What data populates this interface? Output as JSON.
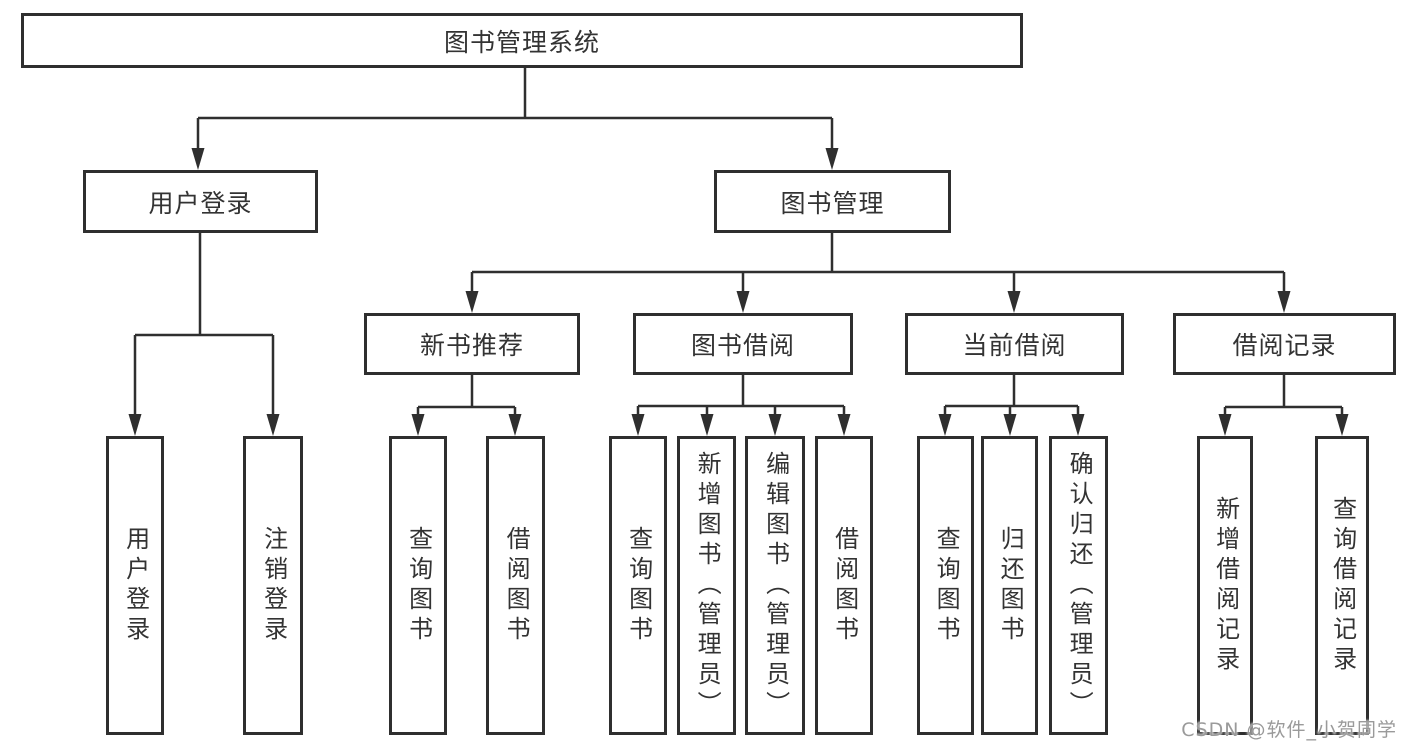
{
  "diagram_title": "图书管理系统",
  "nodes": {
    "root": "图书管理系统",
    "user_login": "用户登录",
    "book_mgmt": "图书管理",
    "new_books": "新书推荐",
    "book_borrow": "图书借阅",
    "current_borrow": "当前借阅",
    "borrow_records": "借阅记录",
    "ul_login": "用户登录",
    "ul_logout": "注销登录",
    "nb_query": "查询图书",
    "nb_borrow": "借阅图书",
    "bb_query": "查询图书",
    "bb_add": "新增图书（管理员）",
    "bb_edit": "编辑图书（管理员）",
    "bb_borrow": "借阅图书",
    "cb_query": "查询图书",
    "cb_return": "归还图书",
    "cb_confirm": "确认归还（管理员）",
    "br_add": "新增借阅记录",
    "br_query": "查询借阅记录"
  },
  "watermark": "CSDN @软件_小贺同学",
  "colors": {
    "line": "#2f2f2f",
    "text": "#333333",
    "background": "#ffffff",
    "watermark": "#9a9a9a"
  }
}
